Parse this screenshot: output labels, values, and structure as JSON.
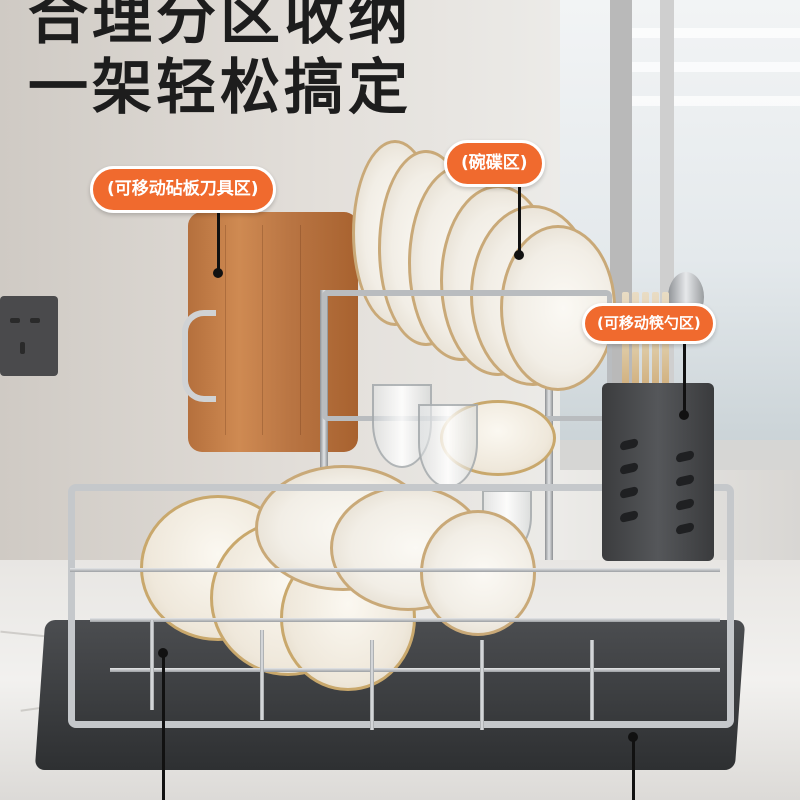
{
  "headline": {
    "line1": "合理分区收纳",
    "line2": "一架轻松搞定"
  },
  "callouts": {
    "board_knife": "(可移动砧板刀具区)",
    "plates": "(碗碟区)",
    "utensils": "(可移动筷勺区)"
  },
  "colors": {
    "callout_bg": "#f06a2e",
    "callout_text": "#ffffff",
    "headline_text": "#1d1d1d"
  }
}
